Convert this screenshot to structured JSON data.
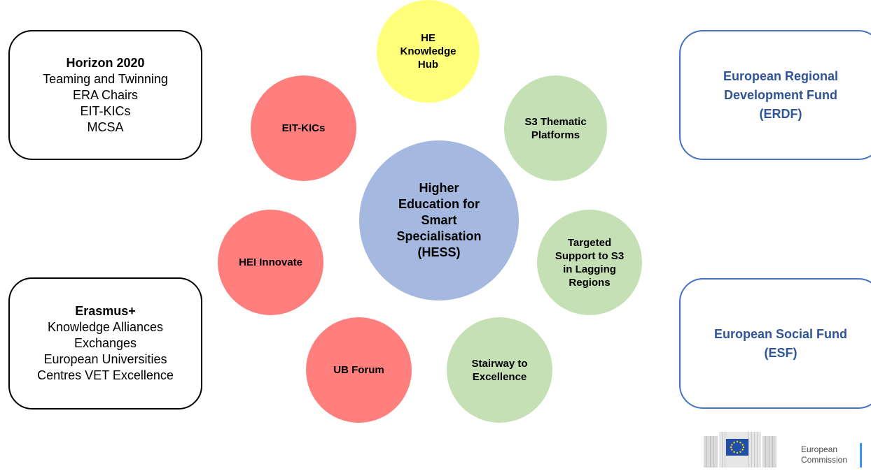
{
  "left_boxes": {
    "horizon": {
      "title": "Horizon 2020",
      "items": [
        "Teaming and Twinning",
        "ERA Chairs",
        "EIT-KICs",
        "MCSA"
      ]
    },
    "erasmus": {
      "title": "Erasmus+",
      "items": [
        "Knowledge Alliances",
        "Exchanges",
        "European Universities",
        "Centres VET Excellence"
      ]
    }
  },
  "right_boxes": {
    "erdf": [
      "European Regional",
      "Development Fund",
      "(ERDF)"
    ],
    "esf": [
      "European Social Fund",
      "(ESF)"
    ]
  },
  "circles": {
    "center": [
      "Higher",
      "Education for",
      "Smart",
      "Specialisation",
      "(HESS)"
    ],
    "he_knowledge_hub": [
      "HE",
      "Knowledge",
      "Hub"
    ],
    "s3_thematic": [
      "S3 Thematic",
      "Platforms"
    ],
    "targeted_support": [
      "Targeted",
      "Support to S3",
      "in Lagging",
      "Regions"
    ],
    "stairway": [
      "Stairway to",
      "Excellence"
    ],
    "ub_forum": [
      "UB Forum"
    ],
    "hei_innovate": [
      "HEI Innovate"
    ],
    "eit_kics": [
      "EIT-KICs"
    ]
  },
  "logo": {
    "line1": "European",
    "line2": "Commission"
  },
  "colors": {
    "red_circle": "#ff7f7f",
    "yellow_circle": "#ffff7a",
    "green_circle": "#c5e0b4",
    "blue_circle": "#a4b8e0",
    "fund_text": "#2f5597",
    "fund_border": "#4472c4"
  }
}
